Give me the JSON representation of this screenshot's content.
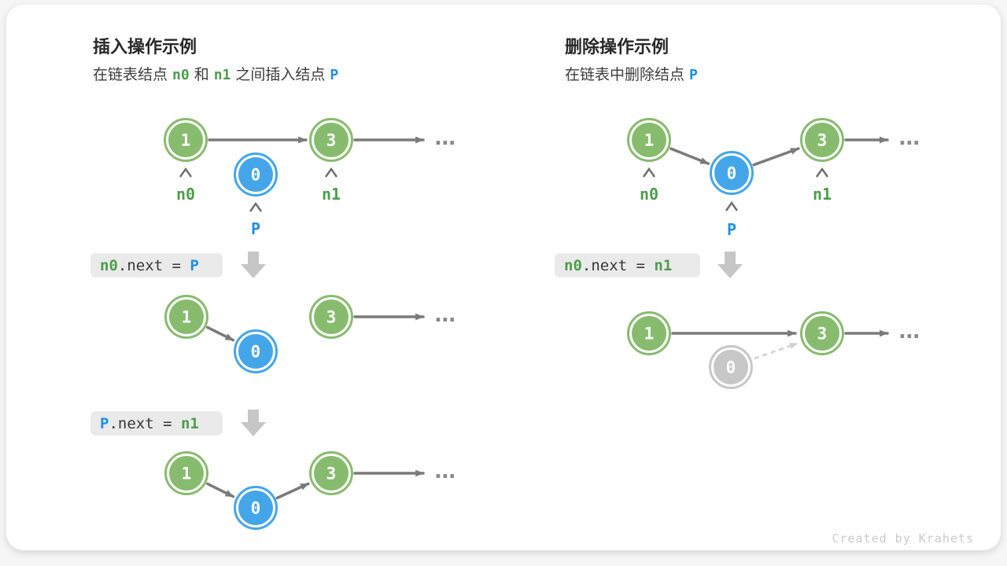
{
  "panels": {
    "insert": {
      "title": "插入操作示例",
      "subtitle": {
        "prefix": "在链表结点",
        "n0": "n0",
        "and": "和",
        "n1": "n1",
        "middle": "之间插入结点",
        "p": "P"
      },
      "row1": {
        "node1": "1",
        "node0": "0",
        "node3": "3",
        "label_n0": "n0",
        "label_n1": "n1",
        "label_p": "P",
        "ellipsis": "..."
      },
      "code1": {
        "lhs": "n0",
        "op": ".next = ",
        "rhs": "P"
      },
      "row2": {
        "node1": "1",
        "node0": "0",
        "node3": "3",
        "ellipsis": "..."
      },
      "code2": {
        "lhs": "P",
        "op": ".next = ",
        "rhs": "n1"
      },
      "row3": {
        "node1": "1",
        "node0": "0",
        "node3": "3",
        "ellipsis": "..."
      }
    },
    "delete": {
      "title": "删除操作示例",
      "subtitle": {
        "prefix": "在链表中删除结点",
        "p": "P"
      },
      "row1": {
        "node1": "1",
        "node0": "0",
        "node3": "3",
        "label_n0": "n0",
        "label_n1": "n1",
        "label_p": "P",
        "ellipsis": "..."
      },
      "code1": {
        "lhs": "n0",
        "op": ".next = ",
        "rhs": "n1"
      },
      "row2": {
        "node1": "1",
        "node0": "0",
        "node3": "3",
        "ellipsis": "..."
      }
    }
  },
  "credit": "Created by Krahets",
  "colors": {
    "green": "#87BC6E",
    "blue": "#44A6E8",
    "gray": "#C7C7C7",
    "text_green": "#4C9E4C",
    "text_blue": "#1E90E0",
    "arrow": "#7A7A7A",
    "code_bg": "#EAEAEA"
  }
}
